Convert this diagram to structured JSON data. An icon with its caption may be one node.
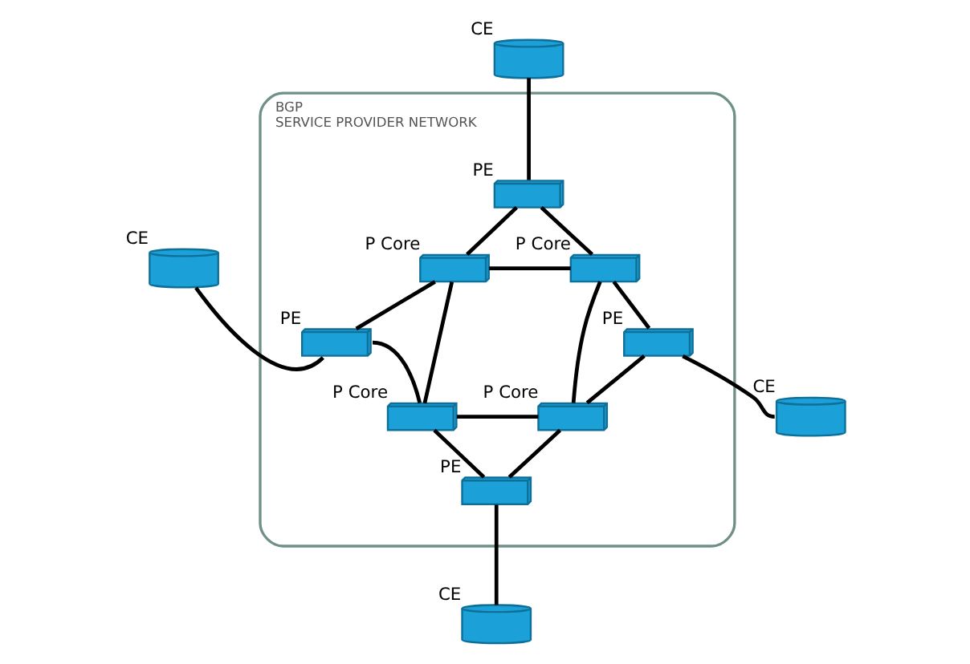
{
  "diagram": {
    "nodes": [
      {
        "text": [
          "BGP SERVICE PROVIDER NETWORK"
        ]
      },
      {
        "text": [],
        "shape": "cylinder",
        "beside": [
          "CE"
        ]
      },
      {
        "text": [],
        "shape": "box",
        "beside": [
          "PE"
        ],
        "in": 0
      },
      {
        "text": [],
        "shape": "box",
        "beside": [
          "P Core"
        ],
        "in": 0
      },
      {
        "text": [],
        "shape": "box",
        "beside": [
          "P Core"
        ],
        "in": 0
      },
      {
        "text": [],
        "shape": "cylinder",
        "beside": [
          "CE"
        ]
      },
      {
        "text": [],
        "shape": "box",
        "beside": [
          "PE"
        ],
        "in": 0
      },
      {
        "text": [],
        "shape": "box",
        "beside": [
          "PE"
        ],
        "in": 0
      },
      {
        "text": [],
        "shape": "cylinder",
        "beside": [
          "CE"
        ]
      },
      {
        "text": [],
        "shape": "box",
        "beside": [
          "P Core"
        ],
        "in": 0
      },
      {
        "text": [],
        "shape": "box",
        "beside": [
          "P Core"
        ],
        "in": 0
      },
      {
        "text": [],
        "shape": "box",
        "beside": [
          "PE"
        ],
        "in": 0
      },
      {
        "text": [],
        "shape": "cylinder",
        "beside": [
          "CE"
        ]
      }
    ],
    "edges": [
      {
        "from": 1,
        "to": 2,
        "arrow": "none"
      },
      {
        "from": 2,
        "to": 3,
        "arrow": "none"
      },
      {
        "from": 2,
        "to": 4,
        "arrow": "none"
      },
      {
        "from": 3,
        "to": 4,
        "arrow": "none"
      },
      {
        "from": 5,
        "to": 6,
        "arrow": "none"
      },
      {
        "from": 6,
        "to": 3,
        "arrow": "none"
      },
      {
        "from": 6,
        "to": 9,
        "arrow": "none"
      },
      {
        "from": 3,
        "to": 9,
        "arrow": "none"
      },
      {
        "from": 4,
        "to": 10,
        "arrow": "none"
      },
      {
        "from": 4,
        "to": 7,
        "arrow": "none"
      },
      {
        "from": 7,
        "to": 8,
        "arrow": "none"
      },
      {
        "from": 7,
        "to": 10,
        "arrow": "none"
      },
      {
        "from": 9,
        "to": 10,
        "arrow": "none"
      },
      {
        "from": 9,
        "to": 11,
        "arrow": "none"
      },
      {
        "from": 10,
        "to": 11,
        "arrow": "none"
      },
      {
        "from": 11,
        "to": 12,
        "arrow": "none"
      }
    ]
  }
}
